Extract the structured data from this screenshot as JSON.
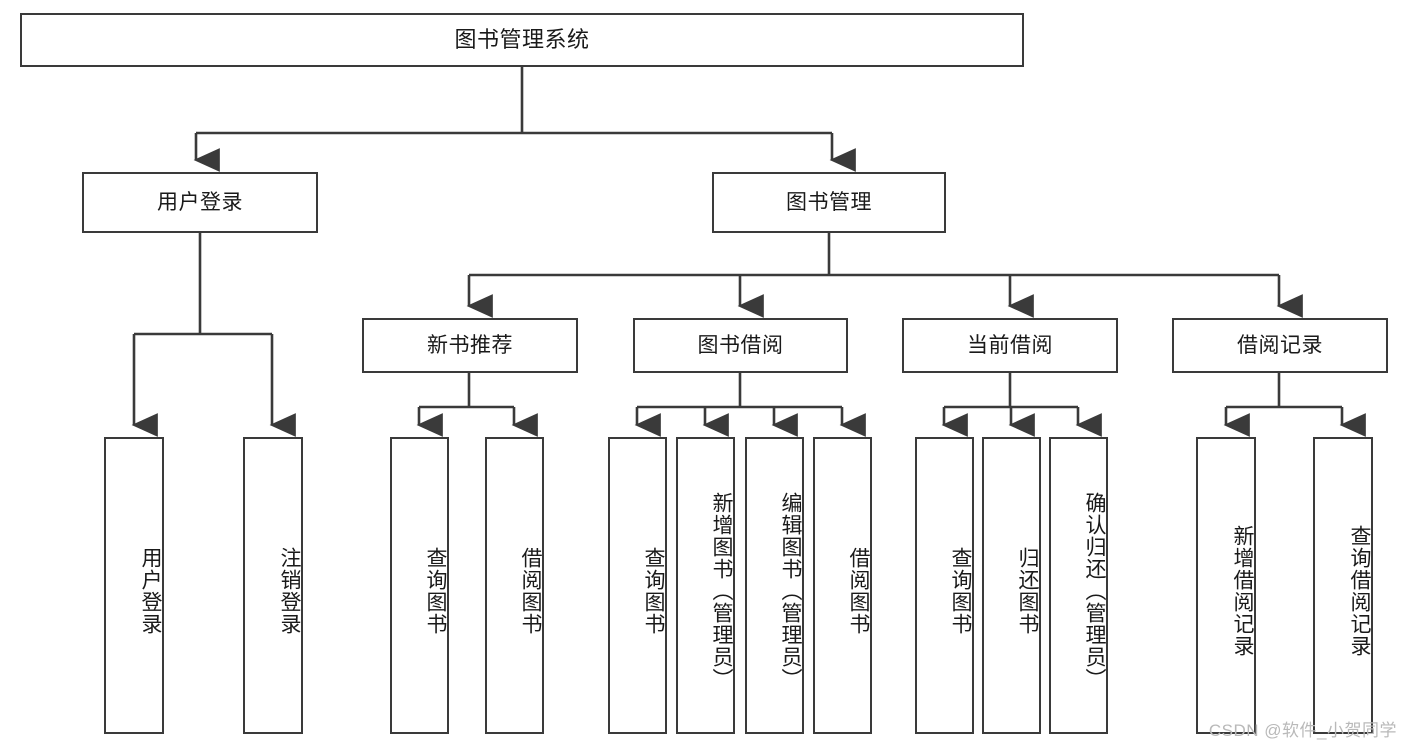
{
  "diagram": {
    "title": "图书管理系统",
    "watermark": "CSDN @软件_小贺同学",
    "colors": {
      "box_border": "#3a3a3a",
      "box_fill": "#ffffff",
      "connector": "#3a3a3a",
      "text": "#1a1a1a",
      "watermark": "#b9b9b9",
      "background": "#ffffff"
    },
    "root": {
      "label": "图书管理系统"
    },
    "level1": [
      {
        "label": "用户登录"
      },
      {
        "label": "图书管理"
      }
    ],
    "level2": [
      {
        "label": "新书推荐"
      },
      {
        "label": "图书借阅"
      },
      {
        "label": "当前借阅"
      },
      {
        "label": "借阅记录"
      }
    ],
    "leaves": {
      "user_login": [
        {
          "label": "用户登录"
        },
        {
          "label": "注销登录"
        }
      ],
      "new_book_recommend": [
        {
          "label": "查询图书"
        },
        {
          "label": "借阅图书"
        }
      ],
      "book_borrow": [
        {
          "label": "查询图书"
        },
        {
          "label": "新增图书（管理员）"
        },
        {
          "label": "编辑图书（管理员）"
        },
        {
          "label": "借阅图书"
        }
      ],
      "current_borrow": [
        {
          "label": "查询图书"
        },
        {
          "label": "归还图书"
        },
        {
          "label": "确认归还（管理员）"
        }
      ],
      "borrow_record": [
        {
          "label": "新增借阅记录"
        },
        {
          "label": "查询借阅记录"
        }
      ]
    }
  }
}
